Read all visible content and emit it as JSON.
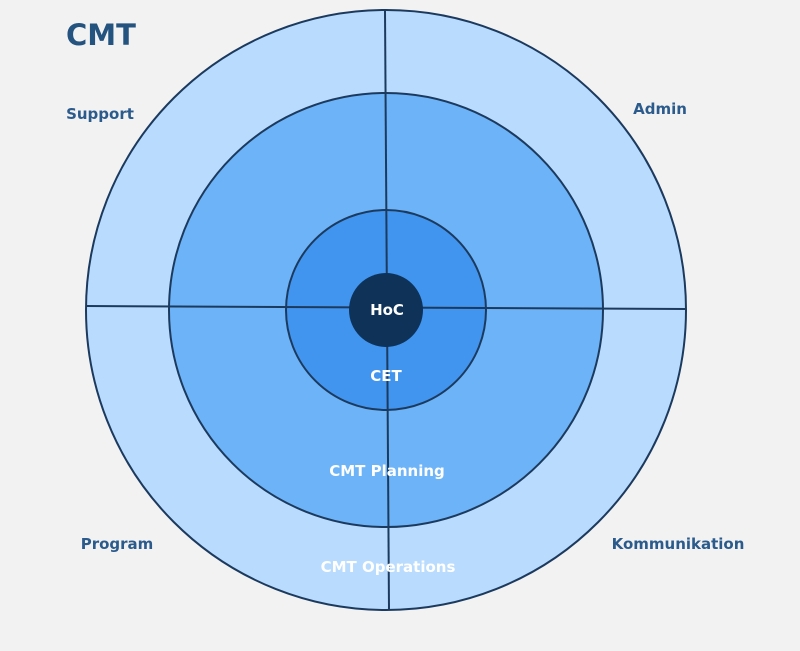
{
  "title": "CMT",
  "rings": {
    "outer": "CMT Operations",
    "middle": "CMT Planning",
    "inner": "CET",
    "center": "HoC"
  },
  "quadrants": {
    "top_left": "Support",
    "top_right": "Admin",
    "bottom_left": "Program",
    "bottom_right": "Kommunikation"
  },
  "colors": {
    "background": "#f2f2f2",
    "outer": "#b9dbfd",
    "middle": "#6db3f8",
    "inner": "#4195ef",
    "center": "#0f3259",
    "lines": "#1c3a5e",
    "text": "#2b5b8c"
  }
}
